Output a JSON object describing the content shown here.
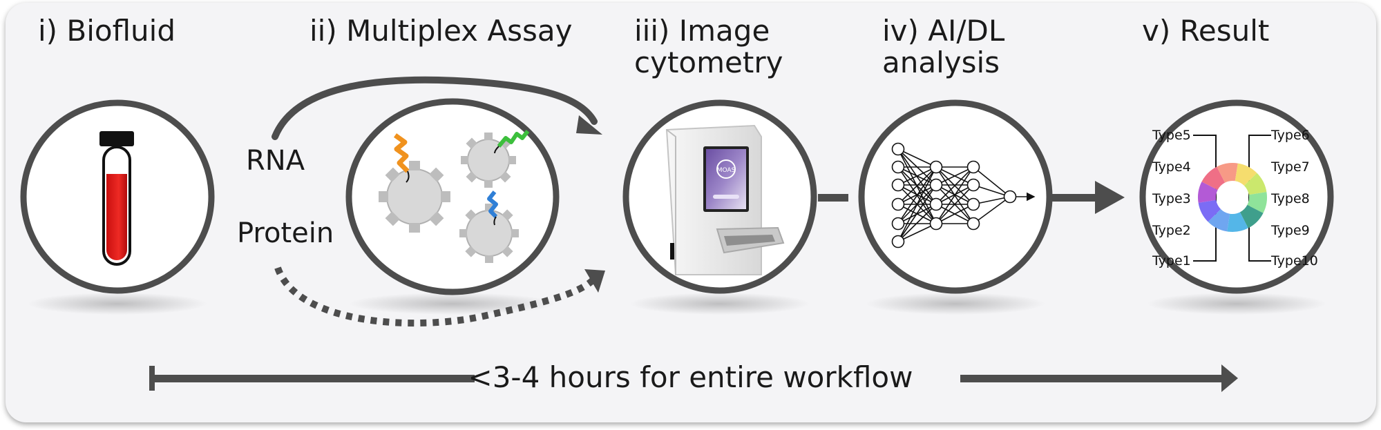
{
  "steps": [
    {
      "title": "i)  Biofluid"
    },
    {
      "title": "ii) Multiplex Assay"
    },
    {
      "title": "iii) Image\ncytometry"
    },
    {
      "title": "iv) AI/DL\nanalysis"
    },
    {
      "title": "v)  Result"
    }
  ],
  "inputs": {
    "rna": "RNA",
    "protein": "Protein"
  },
  "device": {
    "logo": "MOAS"
  },
  "result_chart": {
    "types": [
      "Type1",
      "Type2",
      "Type3",
      "Type4",
      "Type5",
      "Type6",
      "Type7",
      "Type8",
      "Type9",
      "Type10"
    ],
    "colors": [
      "#6fa6f0",
      "#7b6cf5",
      "#b35ad6",
      "#ef6f86",
      "#f79a86",
      "#f5dd6e",
      "#cbe86d",
      "#8fe39a",
      "#3f9f8c",
      "#54b6e8"
    ]
  },
  "footer": {
    "text": "<3-4 hours for entire workflow"
  }
}
